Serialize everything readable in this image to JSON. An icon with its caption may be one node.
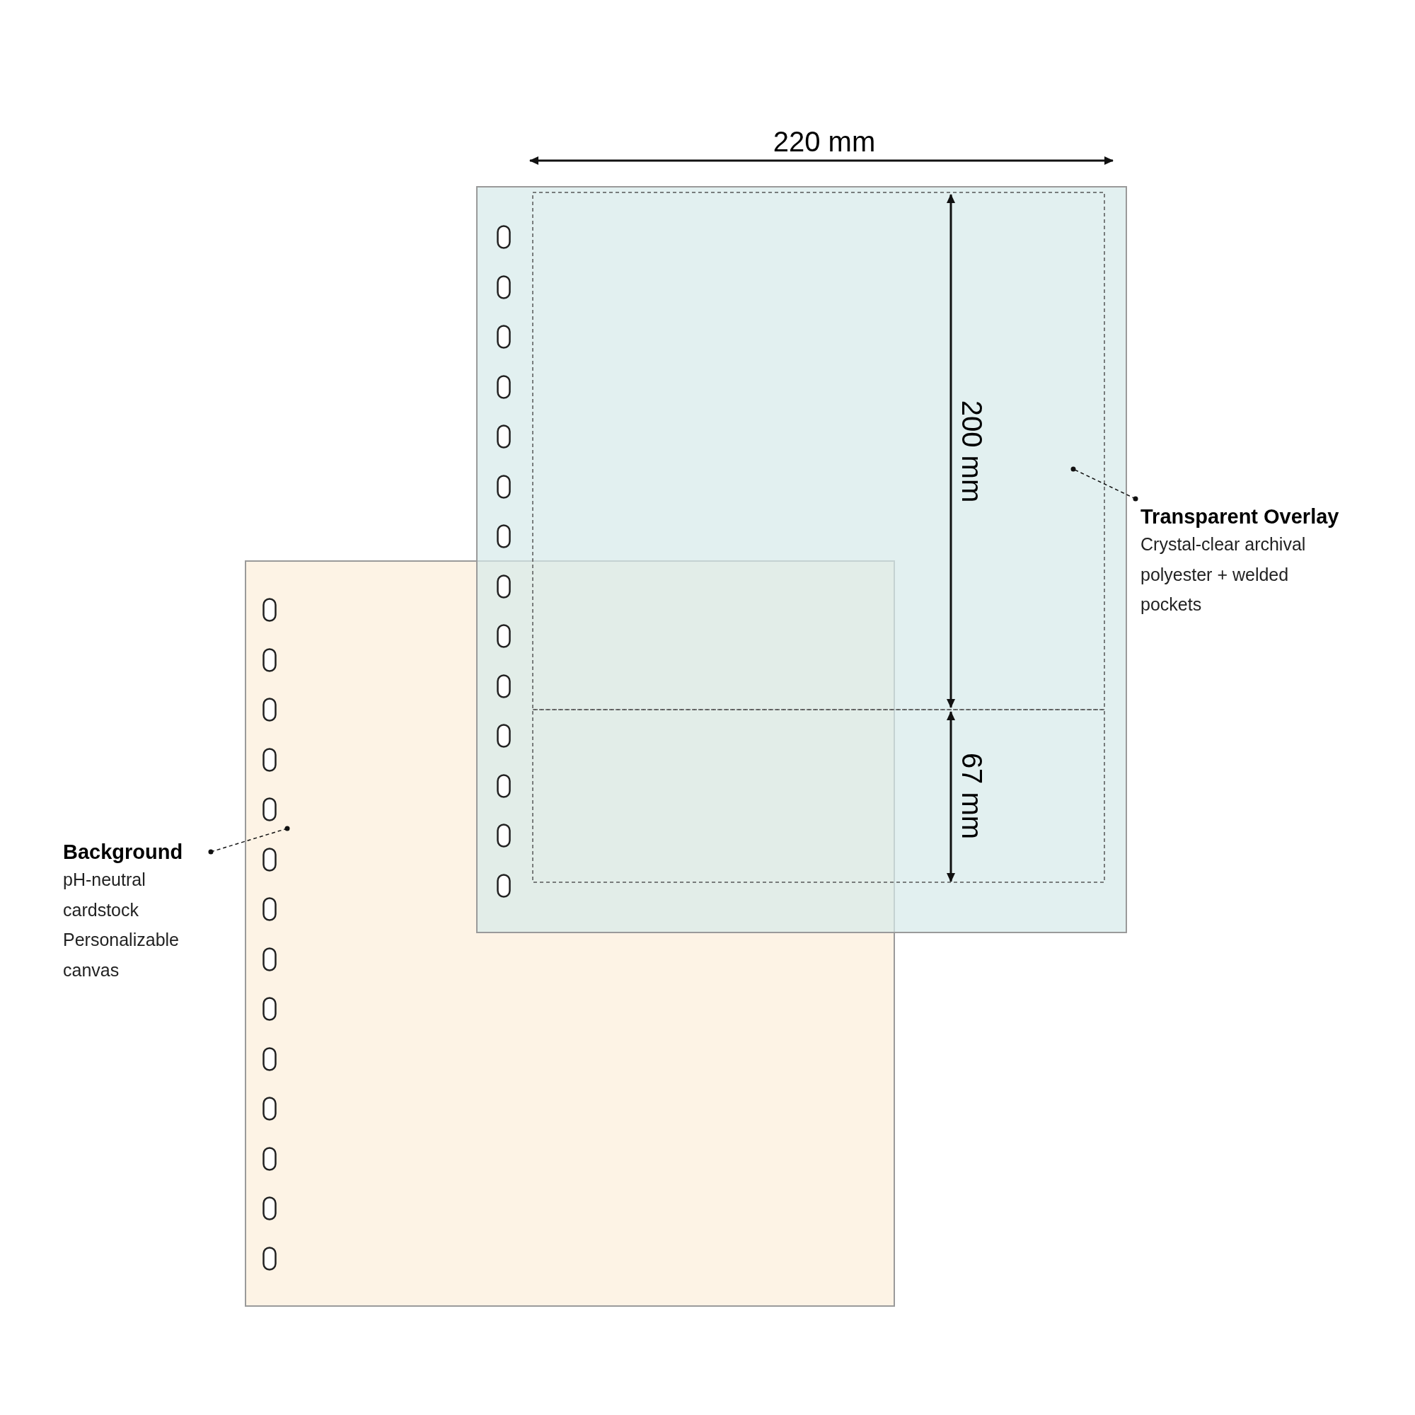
{
  "diagram": {
    "nodes": [
      {
        "text": [
          "Background",
          "pH-neutral cardstock",
          "Personalizable canvas"
        ]
      },
      {
        "text": [],
        "shape": "box"
      },
      {
        "text": [
          "Transparent Overlay",
          "Crystal-clear archival polyester + welded pockets"
        ]
      },
      {
        "text": [],
        "shape": "box"
      }
    ],
    "edges": [
      {
        "from": 0,
        "to": 1,
        "arrow": "other",
        "style": "dashed"
      },
      {
        "from": 2,
        "to": 3,
        "arrow": "other",
        "style": "dashed"
      }
    ],
    "labels": [
      "220 mm",
      "200 mm",
      "67 mm"
    ]
  }
}
